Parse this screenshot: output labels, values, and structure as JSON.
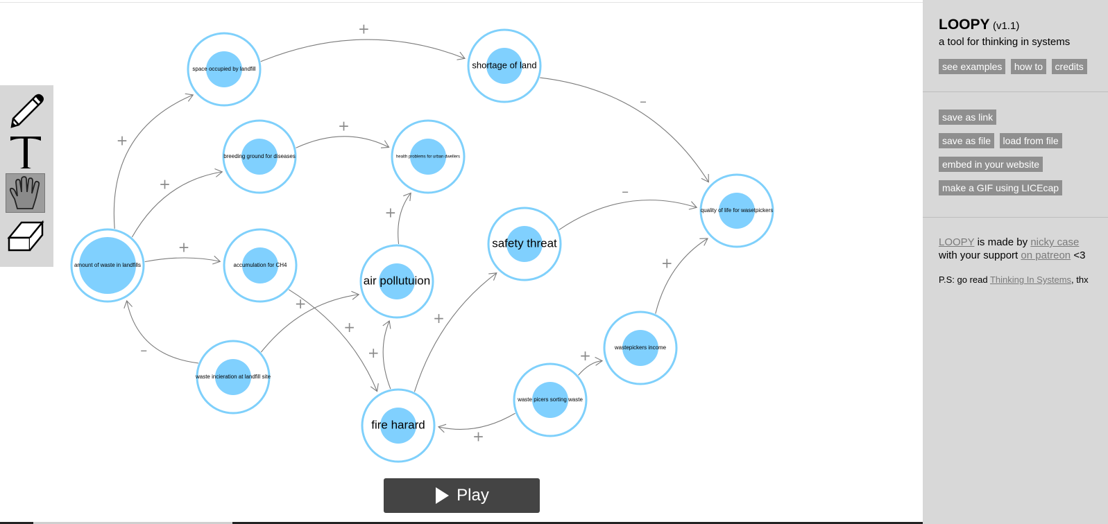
{
  "app": {
    "name": "LOOPY",
    "version": "(v1.1)",
    "tagline": "a tool for thinking in systems"
  },
  "sidebar": {
    "top_buttons": [
      "see examples",
      "how to",
      "credits"
    ],
    "save_link": "save as link",
    "save_file": "save as file",
    "load_file": "load from file",
    "embed": "embed in your website",
    "gif": "make a GIF using LICEcap",
    "credit_loopy": "LOOPY",
    "credit_made_by": "is made by",
    "credit_author": "nicky case",
    "credit_support": "with your support",
    "credit_patreon": "on patreon",
    "credit_heart": "<3",
    "ps_prefix": "P.S: go read",
    "ps_book": "Thinking In Systems",
    "ps_suffix": ", thx"
  },
  "toolbar": {
    "tools": [
      {
        "name": "pencil-icon",
        "active": false
      },
      {
        "name": "text-icon",
        "active": false
      },
      {
        "name": "hand-icon",
        "active": true
      },
      {
        "name": "eraser-icon",
        "active": false
      }
    ]
  },
  "play_button": {
    "label": "Play"
  },
  "colors": {
    "node_ring": "#7fd0fb",
    "node_core": "#80d0fe",
    "edge": "#7a7a7a",
    "sidebar_bg": "#d8d8d8",
    "button_bg": "#8f8f8f",
    "play_bg": "#444444"
  },
  "graph": {
    "nodes": [
      {
        "id": "landfill_waste",
        "label": "amount of waste in landfills",
        "size": "large",
        "label_size": "tiny"
      },
      {
        "id": "space",
        "label": "space occupied by landfill",
        "size": "small",
        "label_size": "tiny"
      },
      {
        "id": "shortage",
        "label": "shortage of land",
        "size": "small",
        "label_size": "normal"
      },
      {
        "id": "breeding",
        "label": "breeding ground for diseases",
        "size": "small",
        "label_size": "tiny"
      },
      {
        "id": "health",
        "label": "health problems for urban dwellers",
        "size": "small",
        "label_size": "micro"
      },
      {
        "id": "ch4",
        "label": "accumulation for CH4",
        "size": "small",
        "label_size": "tiny"
      },
      {
        "id": "air",
        "label": "air pollutuion",
        "size": "small",
        "label_size": "large"
      },
      {
        "id": "safety",
        "label": "safety threat",
        "size": "small",
        "label_size": "large"
      },
      {
        "id": "quality",
        "label": "quality of life for wasetpickers",
        "size": "small",
        "label_size": "tiny"
      },
      {
        "id": "incineration",
        "label": "waste incieration at landfill site",
        "size": "small",
        "label_size": "tiny"
      },
      {
        "id": "fire",
        "label": "fire harard",
        "size": "small",
        "label_size": "large"
      },
      {
        "id": "sorting",
        "label": "waste picers sorting waste",
        "size": "small",
        "label_size": "tiny"
      },
      {
        "id": "income",
        "label": "wastepickers income",
        "size": "small",
        "label_size": "tiny"
      }
    ],
    "edges": [
      {
        "from": "landfill_waste",
        "to": "space",
        "polarity": "+"
      },
      {
        "from": "landfill_waste",
        "to": "breeding",
        "polarity": "+"
      },
      {
        "from": "landfill_waste",
        "to": "ch4",
        "polarity": "+"
      },
      {
        "from": "space",
        "to": "shortage",
        "polarity": "+"
      },
      {
        "from": "breeding",
        "to": "health",
        "polarity": "+"
      },
      {
        "from": "shortage",
        "to": "quality",
        "polarity": "–"
      },
      {
        "from": "air",
        "to": "health",
        "polarity": "+"
      },
      {
        "from": "safety",
        "to": "quality",
        "polarity": "–"
      },
      {
        "from": "incineration",
        "to": "landfill_waste",
        "polarity": "–"
      },
      {
        "from": "incineration",
        "to": "air",
        "polarity": "+"
      },
      {
        "from": "ch4",
        "to": "fire",
        "polarity": "+"
      },
      {
        "from": "fire",
        "to": "air",
        "polarity": "+"
      },
      {
        "from": "fire",
        "to": "safety",
        "polarity": "+"
      },
      {
        "from": "sorting",
        "to": "fire",
        "polarity": "+"
      },
      {
        "from": "sorting",
        "to": "income",
        "polarity": "+"
      },
      {
        "from": "income",
        "to": "quality",
        "polarity": "+"
      }
    ]
  }
}
